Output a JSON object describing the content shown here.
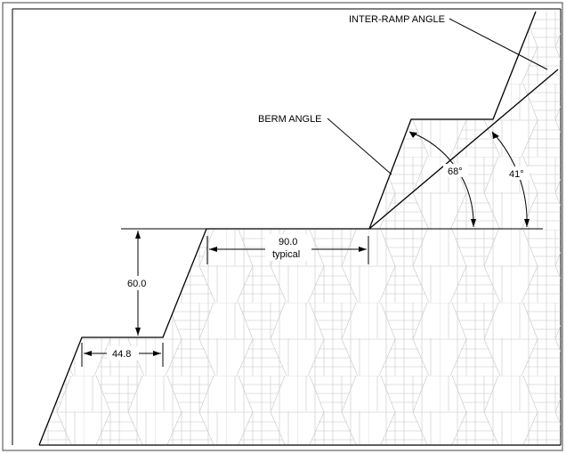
{
  "labels": {
    "inter_ramp_angle": "INTER-RAMP ANGLE",
    "berm_angle": "BERM ANGLE",
    "berm_angle_value": "68°",
    "inter_ramp_angle_value": "41°",
    "bench_height": "60.0",
    "bench_spacing": "90.0",
    "bench_spacing_note": "typical",
    "berm_width": "44.8"
  },
  "colors": {
    "line": "#000000",
    "hatch": "#c8c8c8",
    "background": "#ffffff"
  }
}
